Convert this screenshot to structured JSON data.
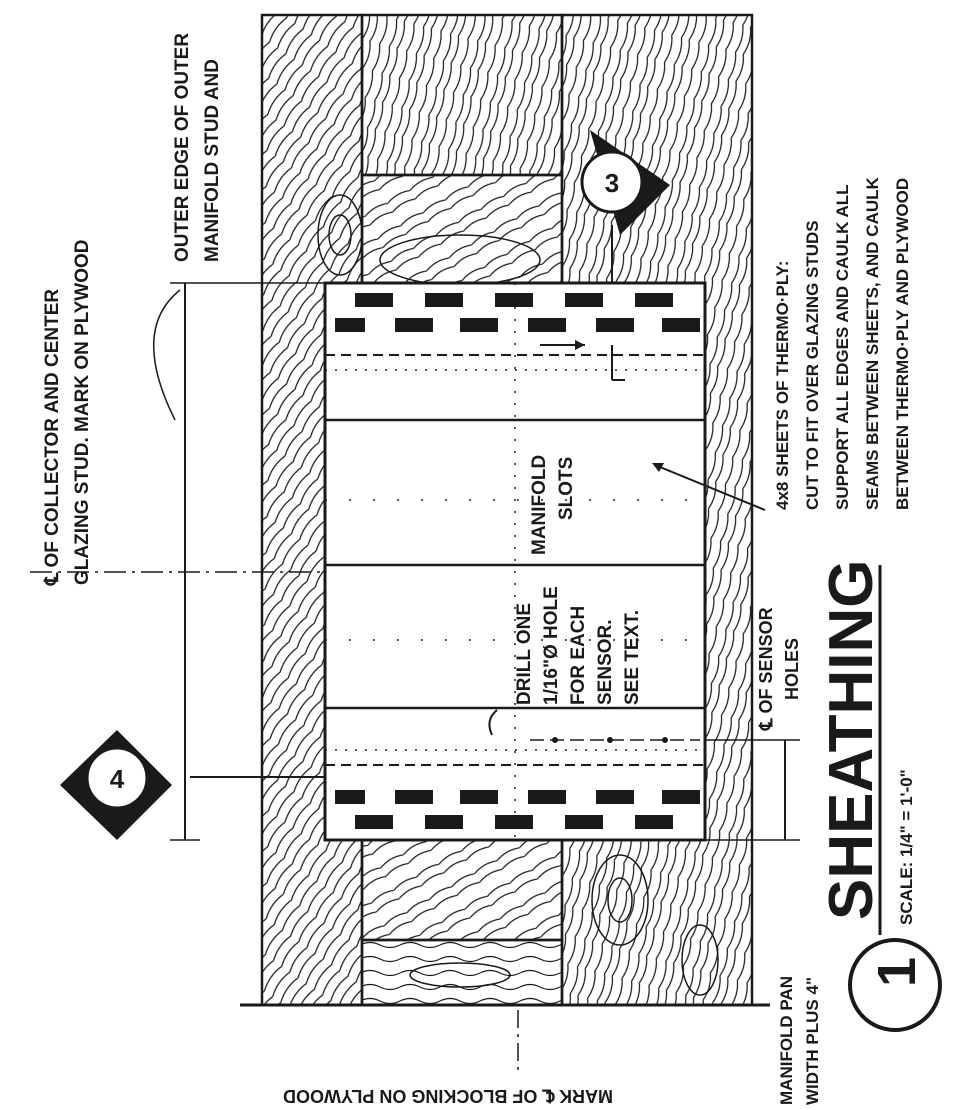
{
  "title": "SHEATHING",
  "scale": "SCALE: 1/4\" = 1'-0\"",
  "detail_number": "1",
  "callouts": {
    "section_a": "3",
    "section_b": "4"
  },
  "labels": {
    "centerline_collector": [
      "℄ OF COLLECTOR AND CENTER",
      "GLAZING STUD. MARK ON PLYWOOD"
    ],
    "outer_edge": [
      "OUTER EDGE OF OUTER",
      "MANIFOLD STUD AND"
    ],
    "manifold_slots": [
      "MANIFOLD",
      "SLOTS"
    ],
    "drill_note": [
      "DRILL ONE",
      "1/16\"Ø HOLE",
      "FOR EACH",
      "SENSOR.",
      "SEE TEXT."
    ],
    "sensor_holes": [
      "℄ OF SENSOR",
      "HOLES"
    ],
    "thermo_ply_note": [
      "4x8 SHEETS OF THERMO·PLY:",
      "CUT TO FIT OVER GLAZING STUDS",
      "SUPPORT ALL EDGES AND CAULK ALL",
      "SEAMS BETWEEN SHEETS, AND CAULK",
      "BETWEEN THERMO·PLY AND PLYWOOD"
    ],
    "manifold_width": [
      "MANIFOLD PAN",
      "WIDTH PLUS 4\""
    ],
    "blocking_mark": [
      "MARK ℄ OF BLOCKING ON PLYWOOD"
    ]
  },
  "colors": {
    "ink": "#1a1a1a",
    "paper": "#ffffff"
  }
}
